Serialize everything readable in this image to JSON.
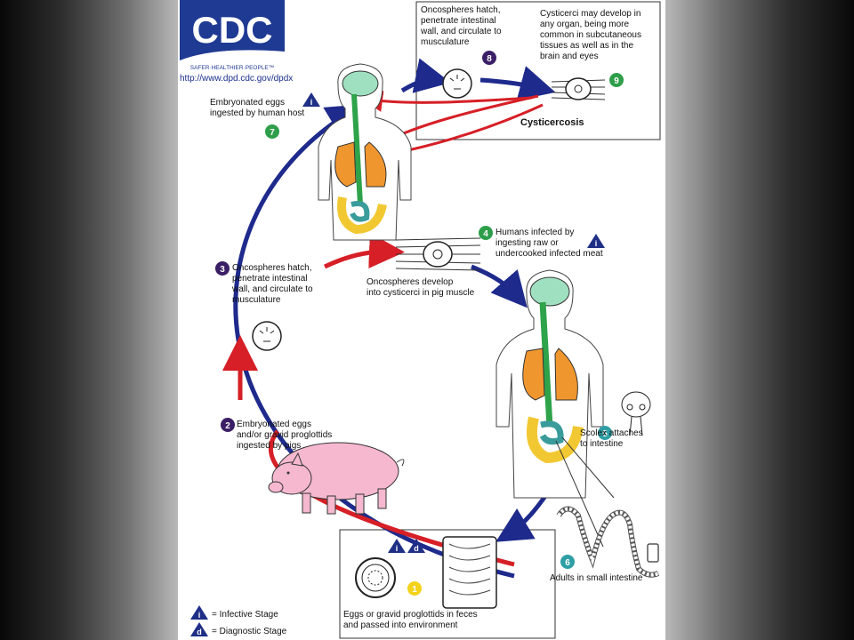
{
  "logo": {
    "text": "CDC",
    "tagline": "SAFER·HEALTHIER·PEOPLE™"
  },
  "url": "http://www.dpd.cdc.gov/dpdx",
  "colors": {
    "infective": "#1f2f86",
    "diagnostic": "#1f2f86",
    "arrow_blue": "#1e2a8c",
    "arrow_red": "#d61f26",
    "num_purple": "#3b1f66",
    "num_green": "#2e9e4a",
    "num_teal": "#2f9fa6",
    "num_yellow": "#f4d21a"
  },
  "steps": {
    "s1": {
      "num": "1",
      "text": "Eggs or gravid proglottids in feces\nand passed into environment"
    },
    "s2": {
      "num": "2",
      "text": "Embryonated eggs\nand/or gravid proglottids\ningested by pigs"
    },
    "s3": {
      "num": "3",
      "text": "Oncospheres hatch,\npenetrate intestinal\nwall, and circulate to\nmusculature"
    },
    "s3b": {
      "text": "Oncospheres develop\ninto cysticerci in pig muscle"
    },
    "s4": {
      "num": "4",
      "text": "Humans infected by\ningesting raw or\nundercooked infected meat"
    },
    "s5": {
      "num": "5",
      "text": "Scolex attaches\nto intestine"
    },
    "s6": {
      "num": "6",
      "text": "Adults in small intestine"
    },
    "s7": {
      "num": "7",
      "text": "Embryonated eggs\ningested by human host"
    },
    "s8": {
      "num": "8",
      "text": "Oncospheres hatch,\npenetrate intestinal\nwall, and circulate to\nmusculature"
    },
    "s9": {
      "num": "9",
      "text": "Cysticerci may develop in\nany organ, being more\ncommon in subcutaneous\ntissues as well as in the\nbrain and eyes"
    }
  },
  "cysticercosis_label": "Cysticercosis",
  "legend": {
    "i_symbol": "i",
    "i_text": "= Infective Stage",
    "d_symbol": "d",
    "d_text": "= Diagnostic Stage"
  }
}
